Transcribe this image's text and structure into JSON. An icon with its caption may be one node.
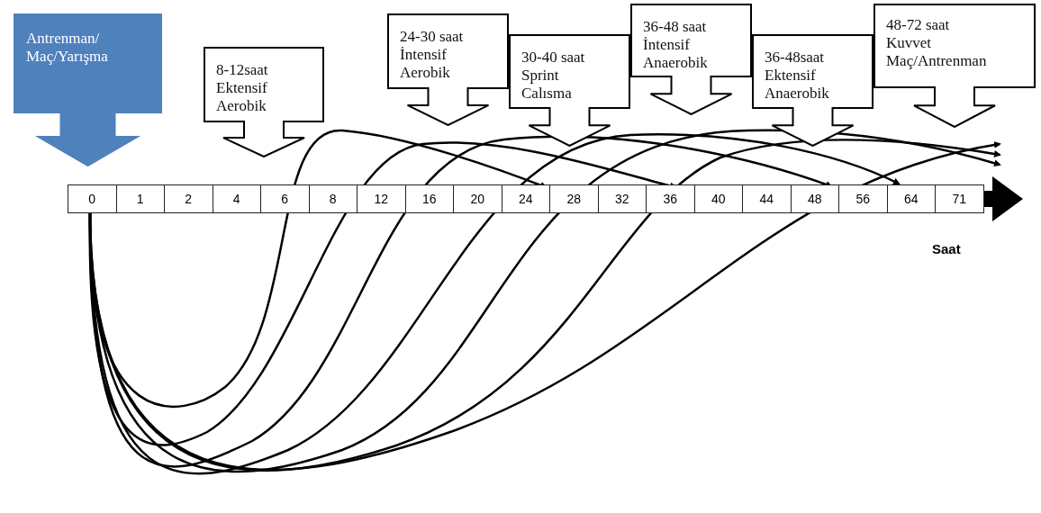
{
  "diagram": {
    "nodes": [
      {
        "text": [
          "Antrenman/ Maç/Yarışma"
        ]
      },
      {
        "text": [
          "8-12saat",
          "Ektensif Aerobik"
        ]
      },
      {
        "text": [
          "24-30 saat",
          "İntensif Aerobik"
        ]
      },
      {
        "text": [
          "30-40 saat",
          "Sprint Calısma"
        ]
      },
      {
        "text": [
          "36-48 saat",
          "İntensif Anaerobik"
        ]
      },
      {
        "text": [
          "36-48saat",
          "Ektensif Anaerobik"
        ]
      },
      {
        "text": [
          "48-72 saat",
          "Kuvvet Maç/Antrenman"
        ]
      }
    ],
    "labels": [
      "0",
      "1",
      "2",
      "4",
      "6",
      "8",
      "12",
      "16",
      "20",
      "24",
      "28",
      "32",
      "36",
      "40",
      "44",
      "48",
      "56",
      "64",
      "71",
      "Saat"
    ]
  }
}
